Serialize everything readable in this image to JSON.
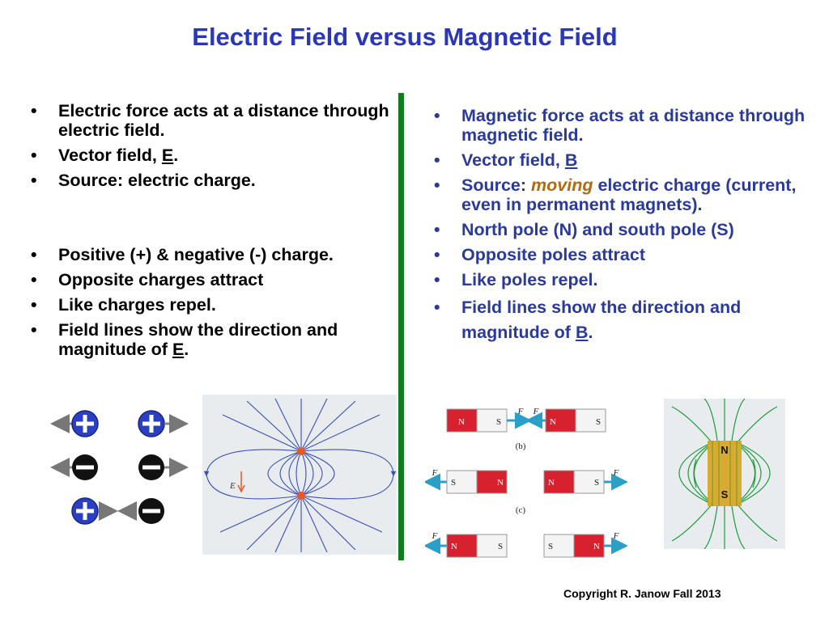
{
  "title": "Electric Field versus Magnetic Field",
  "left": {
    "b1": "Electric force acts at a distance through electric field.",
    "b2_pre": "Vector field, ",
    "b2_sym": "E",
    "b2_post": ".",
    "b3": "Source: electric charge.",
    "b4": "Positive (+) & negative (-) charge.",
    "b5": "Opposite charges attract",
    "b6": "Like charges repel.",
    "b7_pre": "Field lines show the direction and magnitude of ",
    "b7_sym": "E",
    "b7_post": "."
  },
  "right": {
    "b1": "Magnetic force acts at a distance through magnetic field.",
    "b2_pre": "Vector field, ",
    "b2_sym": "B",
    "b3_pre": "Source: ",
    "b3_em": "moving",
    "b3_post": " electric charge (current, even in permanent magnets).",
    "b4": "North pole (N) and south pole (S)",
    "b5": "Opposite poles attract",
    "b6": "Like poles repel.",
    "b7_pre": "Field lines show the direction and magnitude of ",
    "b7_sym": "B",
    "b7_post": "."
  },
  "figures": {
    "e_vector_label": "E",
    "force_label": "F",
    "north_label": "N",
    "south_label": "S",
    "panel_b_label": "(b)",
    "panel_c_label": "(c)"
  },
  "colors": {
    "title": "#2a37b8",
    "right_text": "#2a3a9a",
    "divider": "#0f7d1e",
    "charge_positive": "#2b3fc4",
    "magnet_red": "#d8212f",
    "field_lines_e": "#3a4fb5",
    "field_lines_b": "#1f9a3c"
  },
  "copyright": "Copyright R. Janow  Fall 2013"
}
